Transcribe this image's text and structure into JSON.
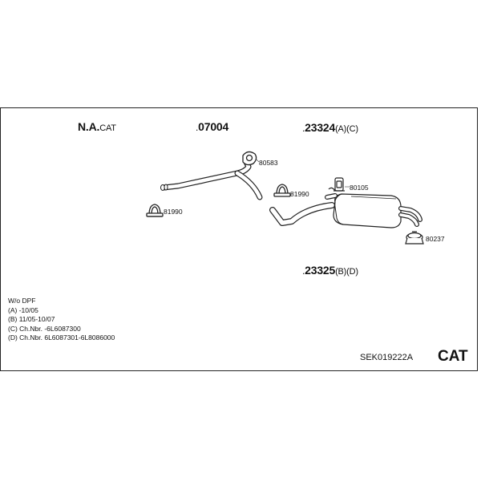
{
  "header": {
    "na": {
      "main": "N.A.",
      "suffix": "CAT"
    },
    "part_07004": {
      "dot": ".",
      "main": "07004"
    },
    "part_23324": {
      "dot": ".",
      "main": "23324",
      "suffix": "(A)(C)"
    },
    "part_23325": {
      "dot": ".",
      "main": "23325",
      "suffix": "(B)(D)"
    }
  },
  "parts": {
    "p80583": "80583",
    "p81990_a": "81990",
    "p81990_b": "81990",
    "p80105": "80105",
    "p80237": "80237"
  },
  "notes": [
    "W/o DPF",
    "(A) -10/05",
    "(B) 11/05-10/07",
    "(C) Ch.Nbr. -6L6087300",
    "(D) Ch.Nbr. 6L6087301-6L8086000"
  ],
  "footer": {
    "code": "SEK019222A",
    "cat": "CAT"
  }
}
